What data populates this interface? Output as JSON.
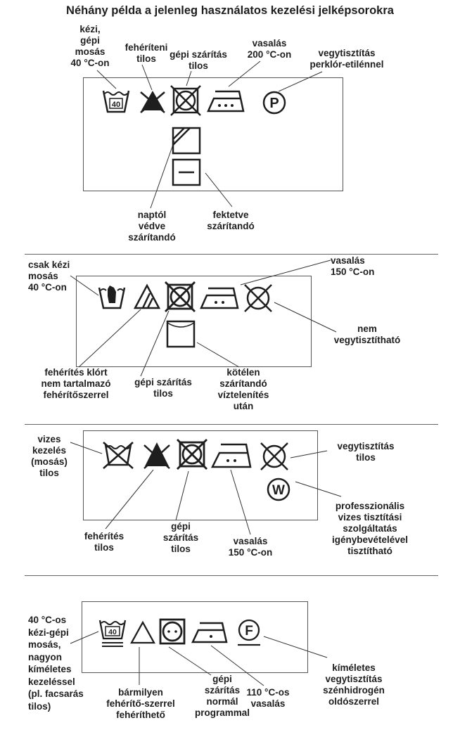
{
  "title": "Néhány példa a jelenleg használatos kezelési jelképsorokra",
  "colors": {
    "ink": "#1e1e1e",
    "frame": "#555555"
  },
  "section1": {
    "wash_number": "40",
    "dryclean_letter": "P",
    "labels": {
      "wash": "kézi,\ngépi\nmosás\n40 °C-on",
      "bleach": "fehéríteni\ntilos",
      "tumble": "gépi szárítás\ntilos",
      "iron": "vasalás\n200 °C-on",
      "dryclean": "vegytisztítás\nperklór-etilénnel",
      "shade": "naptól\nvédve\nszárítandó",
      "flat": "fektetve\nszárítandó"
    }
  },
  "section2": {
    "labels": {
      "wash": "csak kézi\nmosás\n40 °C-on",
      "iron": "vasalás\n150 °C-on",
      "dryclean": "nem\nvegytisztítható",
      "bleach": "fehérítés klórt\nnem tartalmazó\nfehérítőszerrel",
      "tumble": "gépi szárítás\ntilos",
      "line": "kötélen\nszárítandó\nvíztelenítés\nután"
    }
  },
  "section3": {
    "wet_letter": "W",
    "labels": {
      "wash": "vizes\nkezelés\n(mosás)\ntilos",
      "dryclean": "vegytisztítás\ntilos",
      "wet": "professzionális\nvizes tisztítási\nszolgáltatás\nigénybevételével\ntisztítható",
      "bleach": "fehérítés\ntilos",
      "tumble": "gépi\nszárítás\ntilos",
      "iron": "vasalás\n150 °C-on"
    }
  },
  "section4": {
    "wash_number": "40",
    "dryclean_letter": "F",
    "labels": {
      "wash": "40 °C-os\nkézi-gépi\nmosás,\nnagyon\nkíméletes\nkezeléssel\n(pl. facsarás\ntilos)",
      "bleach": "bármilyen\nfehérítő-szerrel\nfehéríthető",
      "tumble": "gépi\nszárítás\nnormál\nprogrammal",
      "iron": "110 °C-os\nvasalás",
      "dryclean": "kíméletes\nvegytisztítás\nszénhidrogén\noldószerrel"
    }
  }
}
